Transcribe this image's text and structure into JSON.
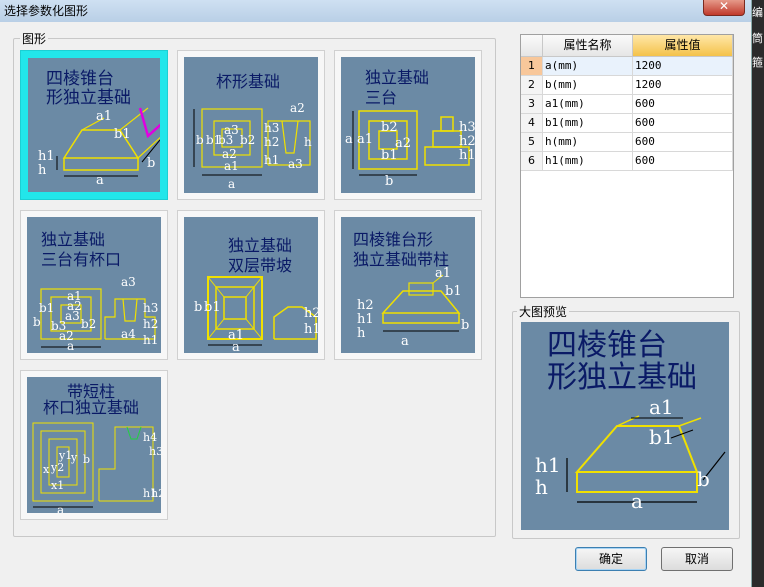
{
  "window": {
    "title": "选择参数化图形",
    "close_glyph": "✕"
  },
  "edge_fragments": [
    "编",
    "筒",
    "箍"
  ],
  "shapes_group": {
    "label": "图形",
    "items": [
      {
        "title_lines": [
          "四棱锥台",
          "形独立基础"
        ],
        "dims": [
          "a1",
          "b1",
          "h1",
          "h",
          "a",
          "b"
        ]
      },
      {
        "title_lines": [
          "杯形基础"
        ],
        "dims": [
          "a2",
          "a3",
          "b3",
          "b2",
          "h3",
          "h2",
          "h",
          "h1",
          "a2",
          "a1",
          "a3",
          "a",
          "b",
          "b1"
        ]
      },
      {
        "title_lines": [
          "独立基础",
          "三台"
        ],
        "dims": [
          "a",
          "a1",
          "b2",
          "a2",
          "b1",
          "h3",
          "h2",
          "h1",
          "b"
        ]
      },
      {
        "title_lines": [
          "独立基础",
          "三台有杯口"
        ],
        "dims": [
          "a1",
          "a3",
          "a2",
          "b1",
          "a3",
          "b3",
          "b2",
          "a2",
          "a4",
          "h3",
          "h2",
          "h1",
          "b",
          "a"
        ]
      },
      {
        "title_lines": [
          "独立基础",
          "双层带坡"
        ],
        "dims": [
          "b",
          "b1",
          "a1",
          "a",
          "h2",
          "h1"
        ]
      },
      {
        "title_lines": [
          "四棱锥台形",
          "独立基础带柱"
        ],
        "dims": [
          "a1",
          "b1",
          "h2",
          "h1",
          "h",
          "b",
          "a"
        ]
      },
      {
        "title_lines": [
          "带短柱",
          "杯口独立基础"
        ],
        "dims": [
          "x",
          "y1",
          "y2",
          "x1",
          "b",
          "y",
          "h4",
          "h3",
          "h1",
          "h2",
          "a"
        ]
      }
    ]
  },
  "properties": {
    "col_index": "",
    "col_name": "属性名称",
    "col_value": "属性值",
    "rows": [
      {
        "index": "1",
        "name": "a(mm)",
        "value": "1200"
      },
      {
        "index": "2",
        "name": "b(mm)",
        "value": "1200"
      },
      {
        "index": "3",
        "name": "a1(mm)",
        "value": "600"
      },
      {
        "index": "4",
        "name": "b1(mm)",
        "value": "600"
      },
      {
        "index": "5",
        "name": "h(mm)",
        "value": "600"
      },
      {
        "index": "6",
        "name": "h1(mm)",
        "value": "600"
      }
    ]
  },
  "preview": {
    "label": "大图预览",
    "title_lines": [
      "四棱锥台",
      "形独立基础"
    ],
    "dims": [
      "a1",
      "b1",
      "h1",
      "h",
      "a",
      "b"
    ]
  },
  "buttons": {
    "ok": "确定",
    "cancel": "取消"
  },
  "colors": {
    "tile_bg": "#6b8aa5",
    "selected": "#22e6ea",
    "shape_line": "#f0e000",
    "dim_line": "#000000",
    "dim_text": "#ffffff",
    "check_mark": "#e000e0"
  }
}
